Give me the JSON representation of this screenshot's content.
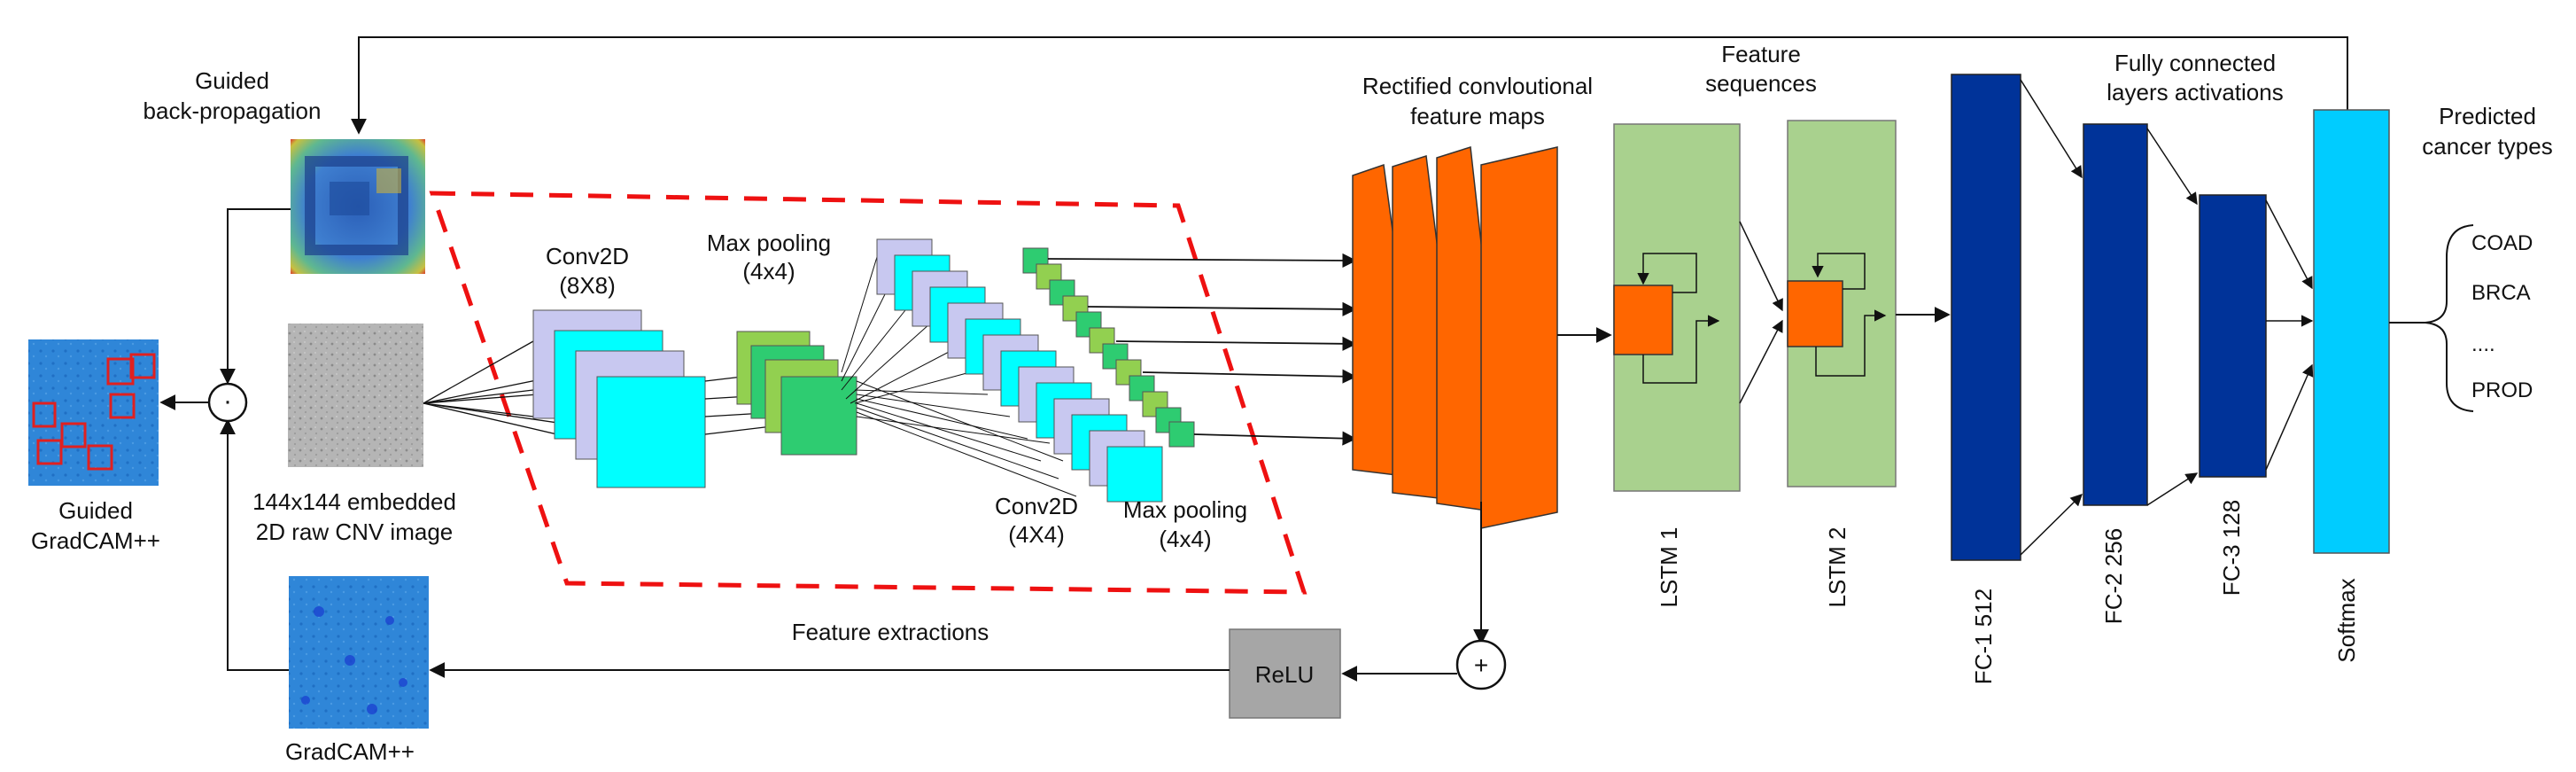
{
  "labels": {
    "guided_backprop_l1": "Guided",
    "guided_backprop_l2": "back-propagation",
    "raw_image_l1": "144x144 embedded",
    "raw_image_l2": "2D raw CNV image",
    "guided_gradcam_l1": "Guided",
    "guided_gradcam_l2": "GradCAM++",
    "gradcam": "GradCAM++",
    "conv2d_a_l1": "Conv2D",
    "conv2d_a_l2": "(8X8)",
    "maxpool_a_l1": "Max pooling",
    "maxpool_a_l2": "(4x4)",
    "conv2d_b_l1": "Conv2D",
    "conv2d_b_l2": "(4X4)",
    "maxpool_b_l1": "Max pooling",
    "maxpool_b_l2": "(4x4)",
    "feature_extractions": "Feature extractions",
    "relu": "ReLU",
    "rectified_l1": "Rectified  convloutional",
    "rectified_l2": "feature maps",
    "feature_seq_l1": "Feature",
    "feature_seq_l2": "sequences",
    "lstm1": "LSTM 1",
    "lstm2": "LSTM 2",
    "fc_title_l1": "Fully connected",
    "fc_title_l2": "layers activations",
    "fc1": "FC-1 512",
    "fc2": "FC-2 256",
    "fc3": "FC-3 128",
    "softmax": "Softmax",
    "predicted_l1": "Predicted",
    "predicted_l2": "cancer types",
    "elementwise_op": "·",
    "sum_op": "+"
  },
  "outputs": [
    "COAD",
    "BRCA",
    "....",
    "PROD"
  ],
  "colors": {
    "lavender": "#c8c8f0",
    "cyan": "#00ffff",
    "green_mid": "#92d050",
    "green_dark": "#2ecc71",
    "orange": "#ff6600",
    "lstm_green": "#a9d18e",
    "fc_blue": "#003399",
    "softmax_blue": "#00ccff",
    "relu_gray": "#a6a6a6",
    "dashed_red": "#ee1111",
    "heatmap_blue": "#2d7fd6"
  }
}
